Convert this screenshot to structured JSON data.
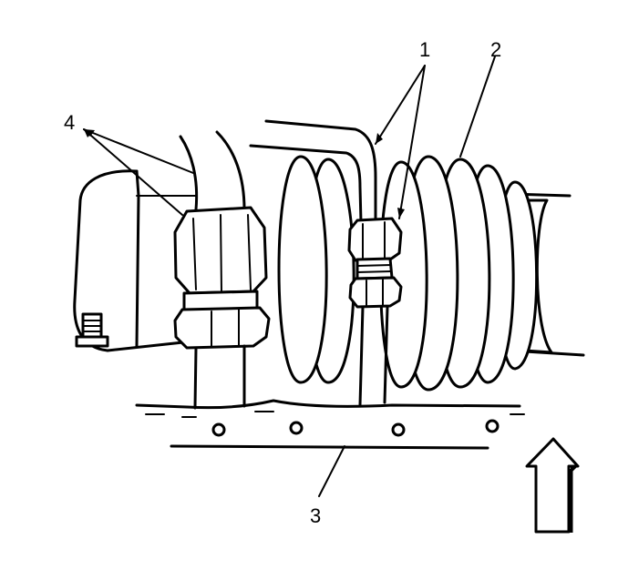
{
  "callouts": {
    "pipe_lines": "1",
    "boot": "2",
    "crossmember": "3",
    "hose_fittings": "4"
  }
}
